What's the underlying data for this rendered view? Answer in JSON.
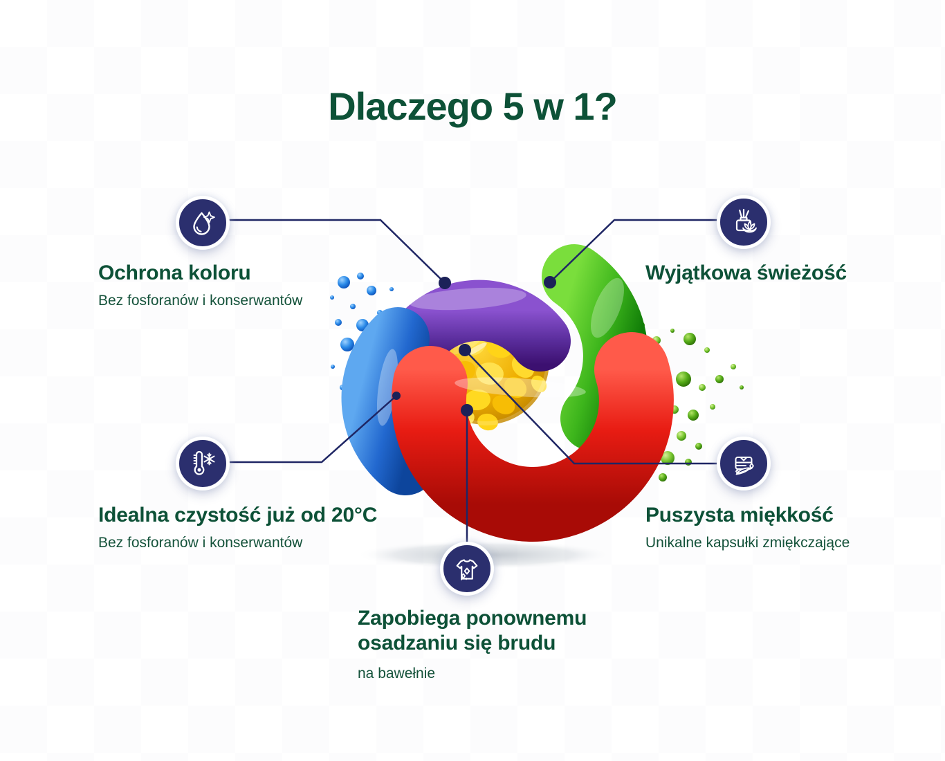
{
  "title": "Dlaczego 5 w 1?",
  "colors": {
    "heading_green": "#0d5137",
    "icon_navy": "#2b2f6e",
    "connector_navy": "#1f2664",
    "capsule_purple": "#5a2d9c",
    "capsule_green": "#3db51c",
    "capsule_red": "#e81c13",
    "capsule_blue": "#2268cf",
    "capsule_beads_yellow": "#ffd418"
  },
  "features": [
    {
      "icon": "drop-sparkle-icon",
      "heading": "Ochrona koloru",
      "subtext": "Bez fosforanów i konserwantów"
    },
    {
      "icon": "diffuser-icon",
      "heading": "Wyjątkowa świeżość",
      "subtext": ""
    },
    {
      "icon": "thermometer-snowflake-icon",
      "heading": "Idealna czystość już od 20°C",
      "subtext": "Bez fosforanów i konserwantów"
    },
    {
      "icon": "towel-feather-icon",
      "heading": "Puszysta miękkość",
      "subtext": "Unikalne kapsułki zmiękczające"
    },
    {
      "icon": "shirt-sparkle-icon",
      "heading": "Zapobiega ponownemu\nosadzaniu się brudu",
      "subtext": "na bawełnie"
    }
  ]
}
